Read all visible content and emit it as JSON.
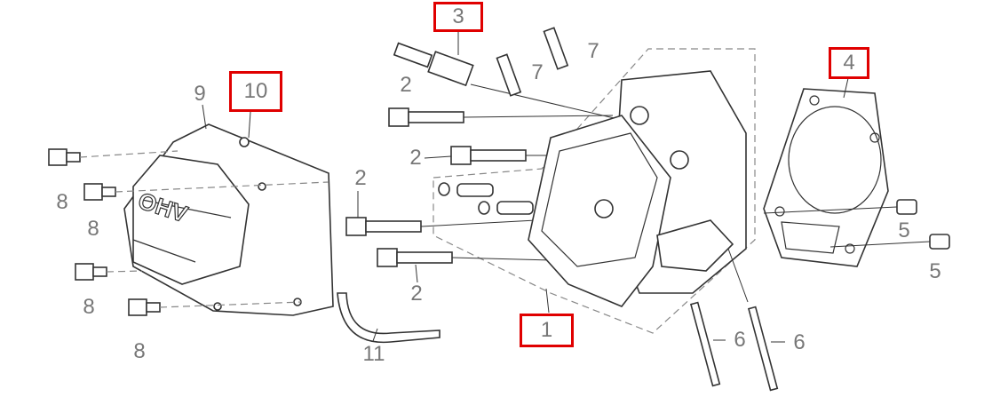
{
  "diagram": {
    "highlighted_labels": [
      "3",
      "10",
      "4",
      "1"
    ],
    "labels": {
      "p1": "1",
      "p2a": "2",
      "p2b": "2",
      "p2c": "2",
      "p2d": "2",
      "p3": "3",
      "p4": "4",
      "p5a": "5",
      "p5b": "5",
      "p6a": "6",
      "p6b": "6",
      "p7a": "7",
      "p7b": "7",
      "p8a": "8",
      "p8b": "8",
      "p8c": "8",
      "p8d": "8",
      "p9": "9",
      "p10": "10",
      "p11": "11"
    },
    "cover_text": "OHV",
    "highlight_color": "#e00000"
  }
}
